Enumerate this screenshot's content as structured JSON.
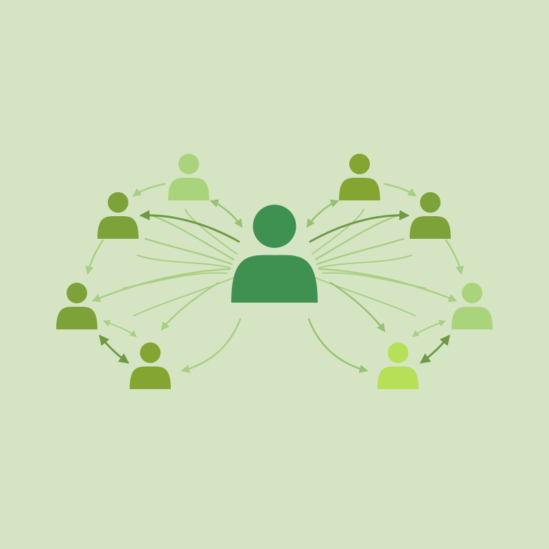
{
  "colors": {
    "background": "#d5e5c4",
    "center_person": "#3f9152",
    "connector_light": "#a9cf82",
    "connector_mid": "#98c26f",
    "connector_strong": "#6e9a45"
  },
  "diagram": {
    "nodes": [
      {
        "id": "center",
        "icon": "person-icon",
        "color": "#3f9152",
        "role": "hub"
      },
      {
        "id": "left-top",
        "icon": "person-icon",
        "color": "#a9d47c"
      },
      {
        "id": "left-upper",
        "icon": "person-icon",
        "color": "#7ea23a"
      },
      {
        "id": "left-middle",
        "icon": "person-icon",
        "color": "#7ea23a"
      },
      {
        "id": "left-bottom",
        "icon": "person-icon",
        "color": "#84a531"
      },
      {
        "id": "right-top",
        "icon": "person-icon",
        "color": "#84a531"
      },
      {
        "id": "right-upper",
        "icon": "person-icon",
        "color": "#7ea23a"
      },
      {
        "id": "right-middle",
        "icon": "person-icon",
        "color": "#a9d47c"
      },
      {
        "id": "right-bottom",
        "icon": "person-icon",
        "color": "#b7df58"
      }
    ],
    "edges": [
      {
        "from": "center",
        "to": "left-upper",
        "direction": "one-way",
        "weight": "strong"
      },
      {
        "from": "center",
        "to": "left-top",
        "direction": "two-way",
        "weight": "light"
      },
      {
        "from": "center",
        "to": "left-middle",
        "direction": "one-way",
        "weight": "light"
      },
      {
        "from": "center",
        "to": "left-bottom",
        "direction": "one-way",
        "weight": "light"
      },
      {
        "from": "center",
        "to": "right-upper",
        "direction": "one-way",
        "weight": "strong"
      },
      {
        "from": "center",
        "to": "right-top",
        "direction": "two-way",
        "weight": "light"
      },
      {
        "from": "center",
        "to": "right-middle",
        "direction": "one-way",
        "weight": "light"
      },
      {
        "from": "center",
        "to": "right-bottom",
        "direction": "one-way",
        "weight": "light"
      },
      {
        "from": "left-top",
        "to": "left-upper",
        "direction": "one-way",
        "weight": "light"
      },
      {
        "from": "left-upper",
        "to": "left-middle",
        "direction": "one-way",
        "weight": "light"
      },
      {
        "from": "left-middle",
        "to": "left-bottom",
        "direction": "two-way",
        "weight": "strong"
      },
      {
        "from": "right-top",
        "to": "right-upper",
        "direction": "one-way",
        "weight": "light"
      },
      {
        "from": "right-upper",
        "to": "right-middle",
        "direction": "one-way",
        "weight": "light"
      },
      {
        "from": "right-middle",
        "to": "right-bottom",
        "direction": "two-way",
        "weight": "strong"
      }
    ]
  }
}
